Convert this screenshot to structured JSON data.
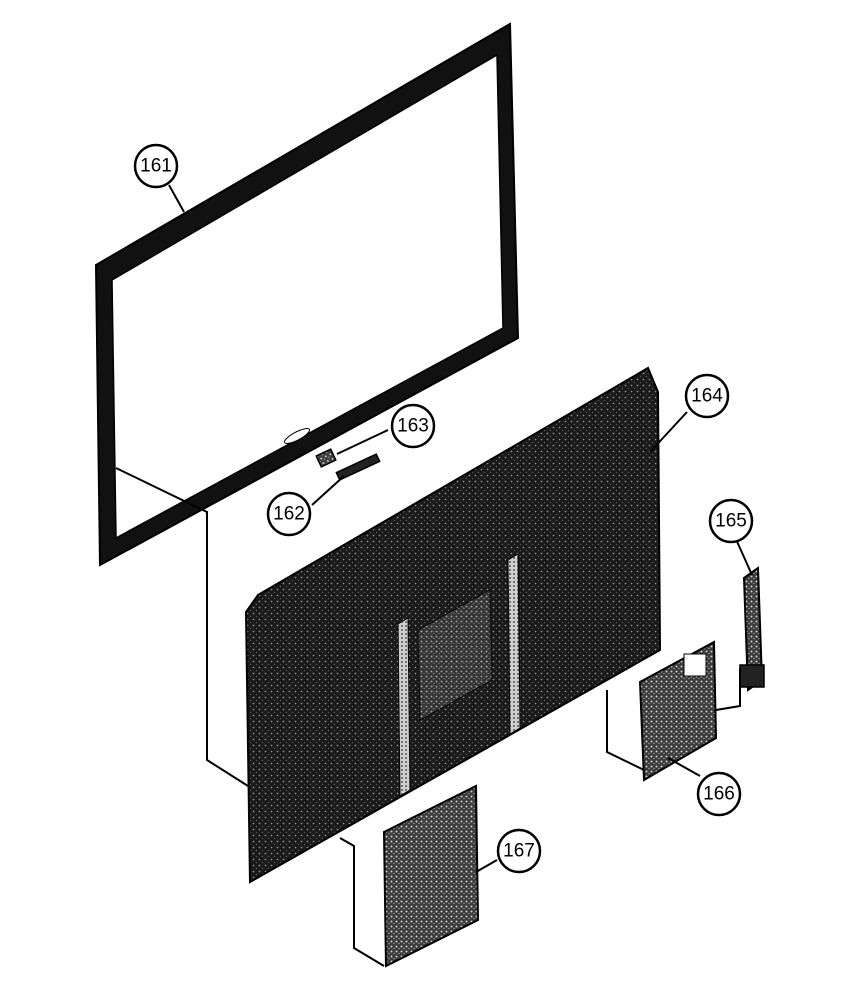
{
  "callouts": [
    {
      "id": "161",
      "label": "161"
    },
    {
      "id": "162",
      "label": "162"
    },
    {
      "id": "163",
      "label": "163"
    },
    {
      "id": "164",
      "label": "164"
    },
    {
      "id": "165",
      "label": "165"
    },
    {
      "id": "166",
      "label": "166"
    },
    {
      "id": "167",
      "label": "167"
    }
  ],
  "colors": {
    "line": "#000000",
    "background": "#ffffff",
    "board_fill": "#2b2b2b"
  }
}
